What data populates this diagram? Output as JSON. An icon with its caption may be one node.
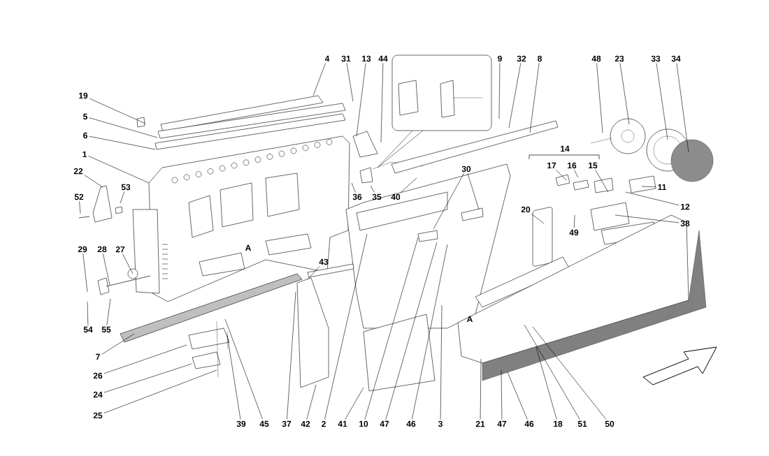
{
  "diagram": {
    "nodes": [
      {
        "text": [
          "4"
        ]
      },
      {
        "text": [
          "31"
        ]
      },
      {
        "text": [
          "13"
        ]
      },
      {
        "text": [
          "44"
        ]
      },
      {
        "text": [
          "9"
        ]
      },
      {
        "text": [
          "32"
        ]
      },
      {
        "text": [
          "8"
        ]
      },
      {
        "text": [
          "48"
        ]
      },
      {
        "text": [
          "23"
        ]
      },
      {
        "text": [
          "33"
        ]
      },
      {
        "text": [
          "34"
        ]
      },
      {
        "text": [
          "19"
        ]
      },
      {
        "text": [
          "5"
        ]
      },
      {
        "text": [
          "6"
        ]
      },
      {
        "text": [
          "1"
        ]
      },
      {
        "text": [
          "17"
        ]
      },
      {
        "text": [
          "16"
        ]
      },
      {
        "text": [
          "15"
        ]
      },
      {
        "text": [
          "30"
        ]
      },
      {
        "text": [
          "22"
        ]
      },
      {
        "text": [
          "53"
        ]
      },
      {
        "text": [
          "11"
        ]
      },
      {
        "text": [
          "52"
        ]
      },
      {
        "text": [
          "36"
        ]
      },
      {
        "text": [
          "35"
        ]
      },
      {
        "text": [
          "40"
        ]
      },
      {
        "text": [
          "12"
        ]
      },
      {
        "text": [
          "20"
        ]
      },
      {
        "text": [
          "38"
        ]
      },
      {
        "text": [
          "49"
        ]
      },
      {
        "text": [
          "29"
        ]
      },
      {
        "text": [
          "28"
        ]
      },
      {
        "text": [
          "27"
        ]
      },
      {
        "text": [
          "43"
        ]
      },
      {
        "text": [
          "54"
        ]
      },
      {
        "text": [
          "55"
        ]
      },
      {
        "text": [
          "7"
        ]
      },
      {
        "text": [
          "26"
        ]
      },
      {
        "text": [
          "24"
        ]
      },
      {
        "text": [
          "25"
        ]
      },
      {
        "text": [
          "39"
        ]
      },
      {
        "text": [
          "45"
        ]
      },
      {
        "text": [
          "37"
        ]
      },
      {
        "text": [
          "42"
        ]
      },
      {
        "text": [
          "2"
        ]
      },
      {
        "text": [
          "41"
        ]
      },
      {
        "text": [
          "10"
        ]
      },
      {
        "text": [
          "47"
        ]
      },
      {
        "text": [
          "46"
        ]
      },
      {
        "text": [
          "3"
        ]
      },
      {
        "text": [
          "21"
        ]
      },
      {
        "text": [
          "47"
        ]
      },
      {
        "text": [
          "46"
        ]
      },
      {
        "text": [
          "18"
        ]
      },
      {
        "text": [
          "51"
        ]
      },
      {
        "text": [
          "50"
        ]
      }
    ],
    "edges": [
      {
        "from": 0,
        "to": null,
        "arrow": "none"
      },
      {
        "from": 1,
        "to": null,
        "arrow": "none"
      },
      {
        "from": 2,
        "to": null,
        "arrow": "none"
      },
      {
        "from": 3,
        "to": null,
        "arrow": "none"
      },
      {
        "from": 4,
        "to": null,
        "arrow": "none"
      },
      {
        "from": 5,
        "to": null,
        "arrow": "none"
      },
      {
        "from": 6,
        "to": null,
        "arrow": "none"
      },
      {
        "from": 7,
        "to": null,
        "arrow": "none"
      },
      {
        "from": 8,
        "to": null,
        "arrow": "none"
      },
      {
        "from": 9,
        "to": null,
        "arrow": "none"
      },
      {
        "from": 10,
        "to": null,
        "arrow": "none"
      },
      {
        "from": 11,
        "to": null,
        "arrow": "none"
      },
      {
        "from": 12,
        "to": null,
        "arrow": "none"
      },
      {
        "from": 13,
        "to": null,
        "arrow": "none"
      },
      {
        "from": 14,
        "to": null,
        "arrow": "none"
      },
      {
        "from": 15,
        "to": null,
        "arrow": "none"
      },
      {
        "from": 16,
        "to": null,
        "arrow": "none"
      },
      {
        "from": 17,
        "to": null,
        "arrow": "none"
      },
      {
        "from": 18,
        "to": null,
        "arrow": "none"
      },
      {
        "from": 18,
        "to": null,
        "arrow": "none"
      },
      {
        "from": 19,
        "to": null,
        "arrow": "none"
      },
      {
        "from": 20,
        "to": null,
        "arrow": "none"
      },
      {
        "from": 21,
        "to": null,
        "arrow": "none"
      },
      {
        "from": 22,
        "to": null,
        "arrow": "none"
      },
      {
        "from": 23,
        "to": null,
        "arrow": "none"
      },
      {
        "from": 24,
        "to": null,
        "arrow": "none"
      },
      {
        "from": 25,
        "to": null,
        "arrow": "none"
      },
      {
        "from": 26,
        "to": null,
        "arrow": "none"
      },
      {
        "from": 27,
        "to": null,
        "arrow": "none"
      },
      {
        "from": 28,
        "to": null,
        "arrow": "none"
      },
      {
        "from": 29,
        "to": null,
        "arrow": "none"
      },
      {
        "from": 30,
        "to": null,
        "arrow": "none"
      },
      {
        "from": 31,
        "to": null,
        "arrow": "none"
      },
      {
        "from": 32,
        "to": null,
        "arrow": "none"
      },
      {
        "from": 33,
        "to": null,
        "arrow": "none"
      },
      {
        "from": 34,
        "to": null,
        "arrow": "none"
      },
      {
        "from": 35,
        "to": null,
        "arrow": "none"
      },
      {
        "from": 36,
        "to": null,
        "arrow": "none"
      },
      {
        "from": 37,
        "to": null,
        "arrow": "none"
      },
      {
        "from": 38,
        "to": null,
        "arrow": "none"
      },
      {
        "from": 39,
        "to": null,
        "arrow": "none"
      },
      {
        "from": 40,
        "to": null,
        "arrow": "none"
      },
      {
        "from": 41,
        "to": null,
        "arrow": "none"
      },
      {
        "from": 42,
        "to": null,
        "arrow": "none"
      },
      {
        "from": 43,
        "to": null,
        "arrow": "none"
      },
      {
        "from": 44,
        "to": null,
        "arrow": "none"
      },
      {
        "from": 45,
        "to": null,
        "arrow": "none"
      },
      {
        "from": 46,
        "to": null,
        "arrow": "none"
      },
      {
        "from": 47,
        "to": null,
        "arrow": "none"
      },
      {
        "from": 48,
        "to": null,
        "arrow": "none"
      },
      {
        "from": 49,
        "to": null,
        "arrow": "none"
      },
      {
        "from": 50,
        "to": null,
        "arrow": "none"
      },
      {
        "from": 51,
        "to": null,
        "arrow": "none"
      },
      {
        "from": 52,
        "to": null,
        "arrow": "none"
      },
      {
        "from": 53,
        "to": null,
        "arrow": "none"
      },
      {
        "from": 54,
        "to": null,
        "arrow": "none"
      },
      {
        "from": 55,
        "to": null,
        "arrow": "none"
      }
    ],
    "labels": [
      "14",
      "A",
      "A"
    ]
  }
}
